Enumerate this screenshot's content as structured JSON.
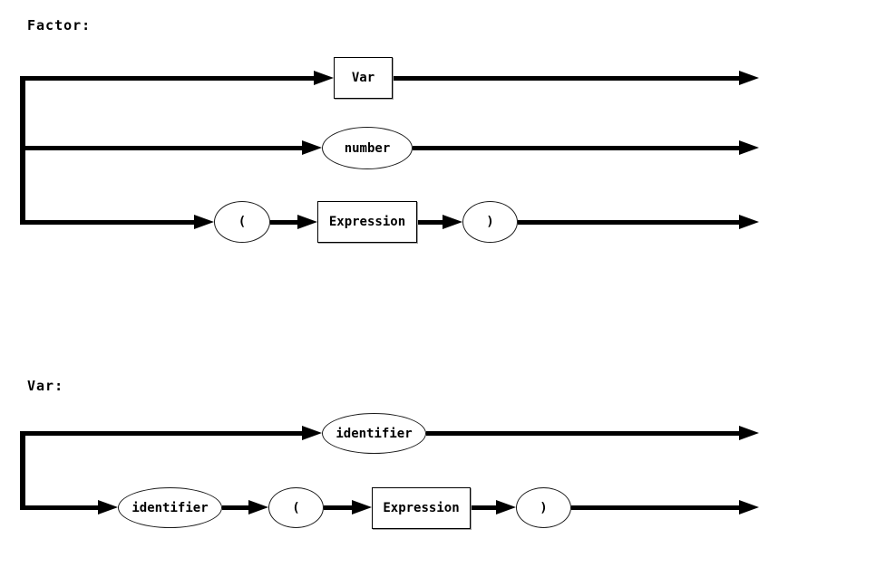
{
  "page": {
    "background": "#ffffff",
    "description": "Railroad (syntax) diagrams for grammar rules Factor and Var"
  },
  "colors": {
    "line": "#000000",
    "node_fill": "#ffffff",
    "node_border": "#000000",
    "box_shadow": "#a0a0a0",
    "text": "#000000"
  },
  "diagrams": [
    {
      "title": "Factor:",
      "branches": [
        {
          "nodes": [
            {
              "type": "box",
              "kind": "nonterminal",
              "label": "Var"
            }
          ]
        },
        {
          "nodes": [
            {
              "type": "ellipse",
              "kind": "terminal",
              "label": "number"
            }
          ]
        },
        {
          "nodes": [
            {
              "type": "ellipse",
              "kind": "terminal",
              "label": "("
            },
            {
              "type": "box",
              "kind": "nonterminal",
              "label": "Expression"
            },
            {
              "type": "ellipse",
              "kind": "terminal",
              "label": ")"
            }
          ]
        }
      ]
    },
    {
      "title": "Var:",
      "branches": [
        {
          "nodes": [
            {
              "type": "ellipse",
              "kind": "terminal",
              "label": "identifier"
            }
          ]
        },
        {
          "nodes": [
            {
              "type": "ellipse",
              "kind": "terminal",
              "label": "identifier"
            },
            {
              "type": "ellipse",
              "kind": "terminal",
              "label": "("
            },
            {
              "type": "box",
              "kind": "nonterminal",
              "label": "Expression"
            },
            {
              "type": "ellipse",
              "kind": "terminal",
              "label": ")"
            }
          ]
        }
      ]
    }
  ]
}
